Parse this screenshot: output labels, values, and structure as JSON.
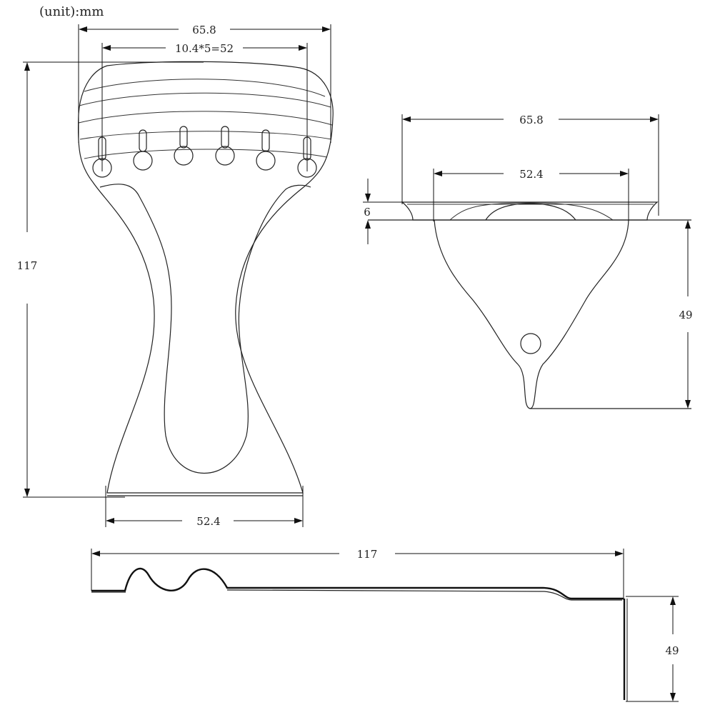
{
  "unit_label": "(unit):mm",
  "front_view": {
    "width_top": "65.8",
    "hole_spacing": "10.4*5=52",
    "height": "117",
    "width_bottom": "52.4"
  },
  "end_view": {
    "width_top": "65.8",
    "width_inner": "52.4",
    "thickness": "6",
    "depth": "49"
  },
  "side_view": {
    "length": "117",
    "drop": "49"
  }
}
